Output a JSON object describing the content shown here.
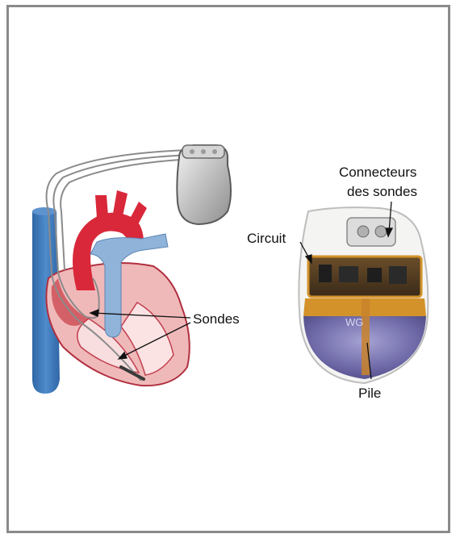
{
  "labels": {
    "leads": "Sondes",
    "connectors_line1": "Connecteurs",
    "connectors_line2": "des sondes",
    "circuit": "Circuit",
    "battery": "Pile",
    "battery_marking": "WG"
  },
  "colors": {
    "frame": "#8a8a8a",
    "heart_red": "#d8283a",
    "heart_pink": "#f4c9c9",
    "vein_blue": "#3f79b8",
    "vessel_lightblue": "#8fb3d9",
    "device_silver": "#c9c9c9",
    "circuit_gold": "#d3922a",
    "battery_purple": "#6f6aa8"
  }
}
